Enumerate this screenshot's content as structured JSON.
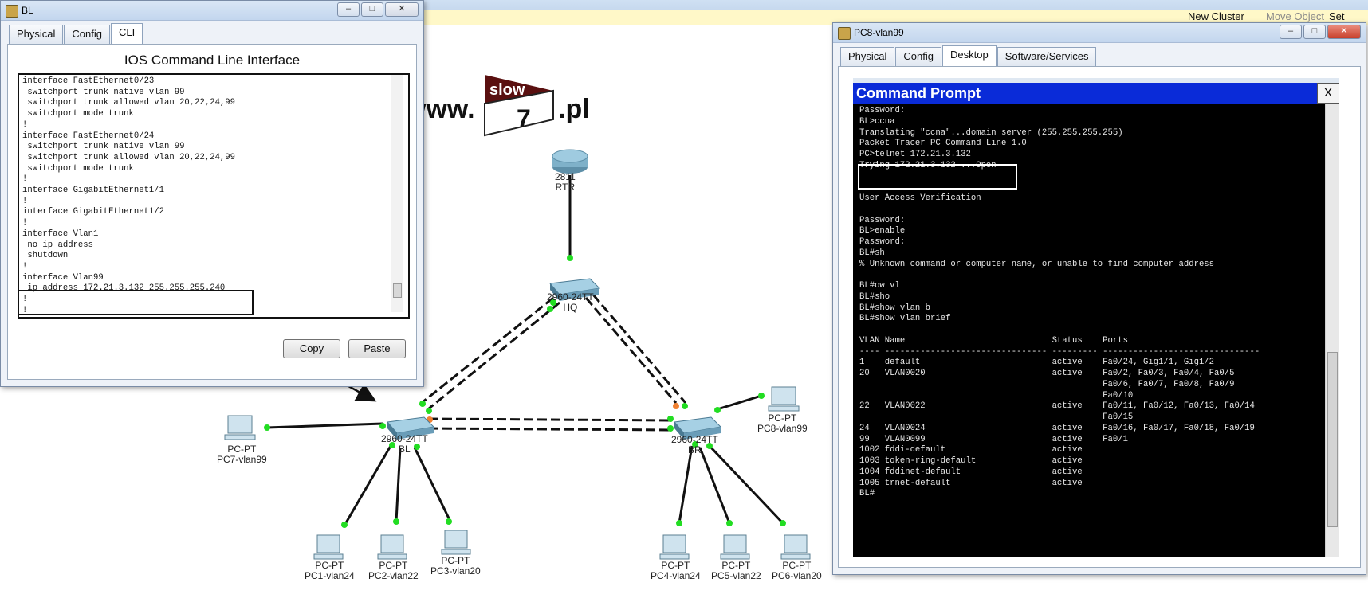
{
  "app": {
    "toolbar": {
      "new_cluster": "New Cluster",
      "move_object": "Move Object",
      "set_tiled": "Set Tiled"
    }
  },
  "logo": {
    "www": "www.",
    "word": "slow",
    "num": "7",
    "tld": ".pl"
  },
  "devices": {
    "rtr": {
      "model": "2811",
      "name": "RTR"
    },
    "hq": {
      "model": "2960-24TT",
      "name": "HQ"
    },
    "bl": {
      "model": "2960-24TT",
      "name": "BL"
    },
    "br": {
      "model": "2960-24TT",
      "name": "BR"
    },
    "pc7": {
      "model": "PC-PT",
      "name": "PC7-vlan99"
    },
    "pc8": {
      "model": "PC-PT",
      "name": "PC8-vlan99"
    },
    "pc1": {
      "model": "PC-PT",
      "name": "PC1-vlan24"
    },
    "pc2": {
      "model": "PC-PT",
      "name": "PC2-vlan22"
    },
    "pc3": {
      "model": "PC-PT",
      "name": "PC3-vlan20"
    },
    "pc4": {
      "model": "PC-PT",
      "name": "PC4-vlan24"
    },
    "pc5": {
      "model": "PC-PT",
      "name": "PC5-vlan22"
    },
    "pc6": {
      "model": "PC-PT",
      "name": "PC6-vlan20"
    }
  },
  "bl_window": {
    "title": "BL",
    "tabs": [
      "Physical",
      "Config",
      "CLI"
    ],
    "active_tab": "CLI",
    "heading": "IOS Command Line Interface",
    "cli_text": "interface FastEthernet0/23\n switchport trunk native vlan 99\n switchport trunk allowed vlan 20,22,24,99\n switchport mode trunk\n!\ninterface FastEthernet0/24\n switchport trunk native vlan 99\n switchport trunk allowed vlan 20,22,24,99\n switchport mode trunk\n!\ninterface GigabitEthernet1/1\n!\ninterface GigabitEthernet1/2\n!\ninterface Vlan1\n no ip address\n shutdown\n!\ninterface Vlan99\n ip address 172.21.3.132 255.255.255.240\n!\n!",
    "copy_label": "Copy",
    "paste_label": "Paste"
  },
  "pc8_window": {
    "title": "PC8-vlan99",
    "tabs": [
      "Physical",
      "Config",
      "Desktop",
      "Software/Services"
    ],
    "active_tab": "Desktop",
    "cmd_title": "Command Prompt",
    "close_label": "X",
    "output": "Password:\nBL>ccna\nTranslating \"ccna\"...domain server (255.255.255.255)\nPacket Tracer PC Command Line 1.0\nPC>telnet 172.21.3.132\nTrying 172.21.3.132 ...Open\n\n\nUser Access Verification\n\nPassword:\nBL>enable\nPassword:\nBL#sh\n% Unknown command or computer name, or unable to find computer address\n\nBL#ow vl\nBL#sho\nBL#show vlan b\nBL#show vlan brief\n\nVLAN Name                             Status    Ports\n---- -------------------------------- --------- -------------------------------\n1    default                          active    Fa0/24, Gig1/1, Gig1/2\n20   VLAN0020                         active    Fa0/2, Fa0/3, Fa0/4, Fa0/5\n                                                Fa0/6, Fa0/7, Fa0/8, Fa0/9\n                                                Fa0/10\n22   VLAN0022                         active    Fa0/11, Fa0/12, Fa0/13, Fa0/14\n                                                Fa0/15\n24   VLAN0024                         active    Fa0/16, Fa0/17, Fa0/18, Fa0/19\n99   VLAN0099                         active    Fa0/1\n1002 fddi-default                     active\n1003 token-ring-default               active\n1004 fddinet-default                  active\n1005 trnet-default                    active\nBL#"
  }
}
